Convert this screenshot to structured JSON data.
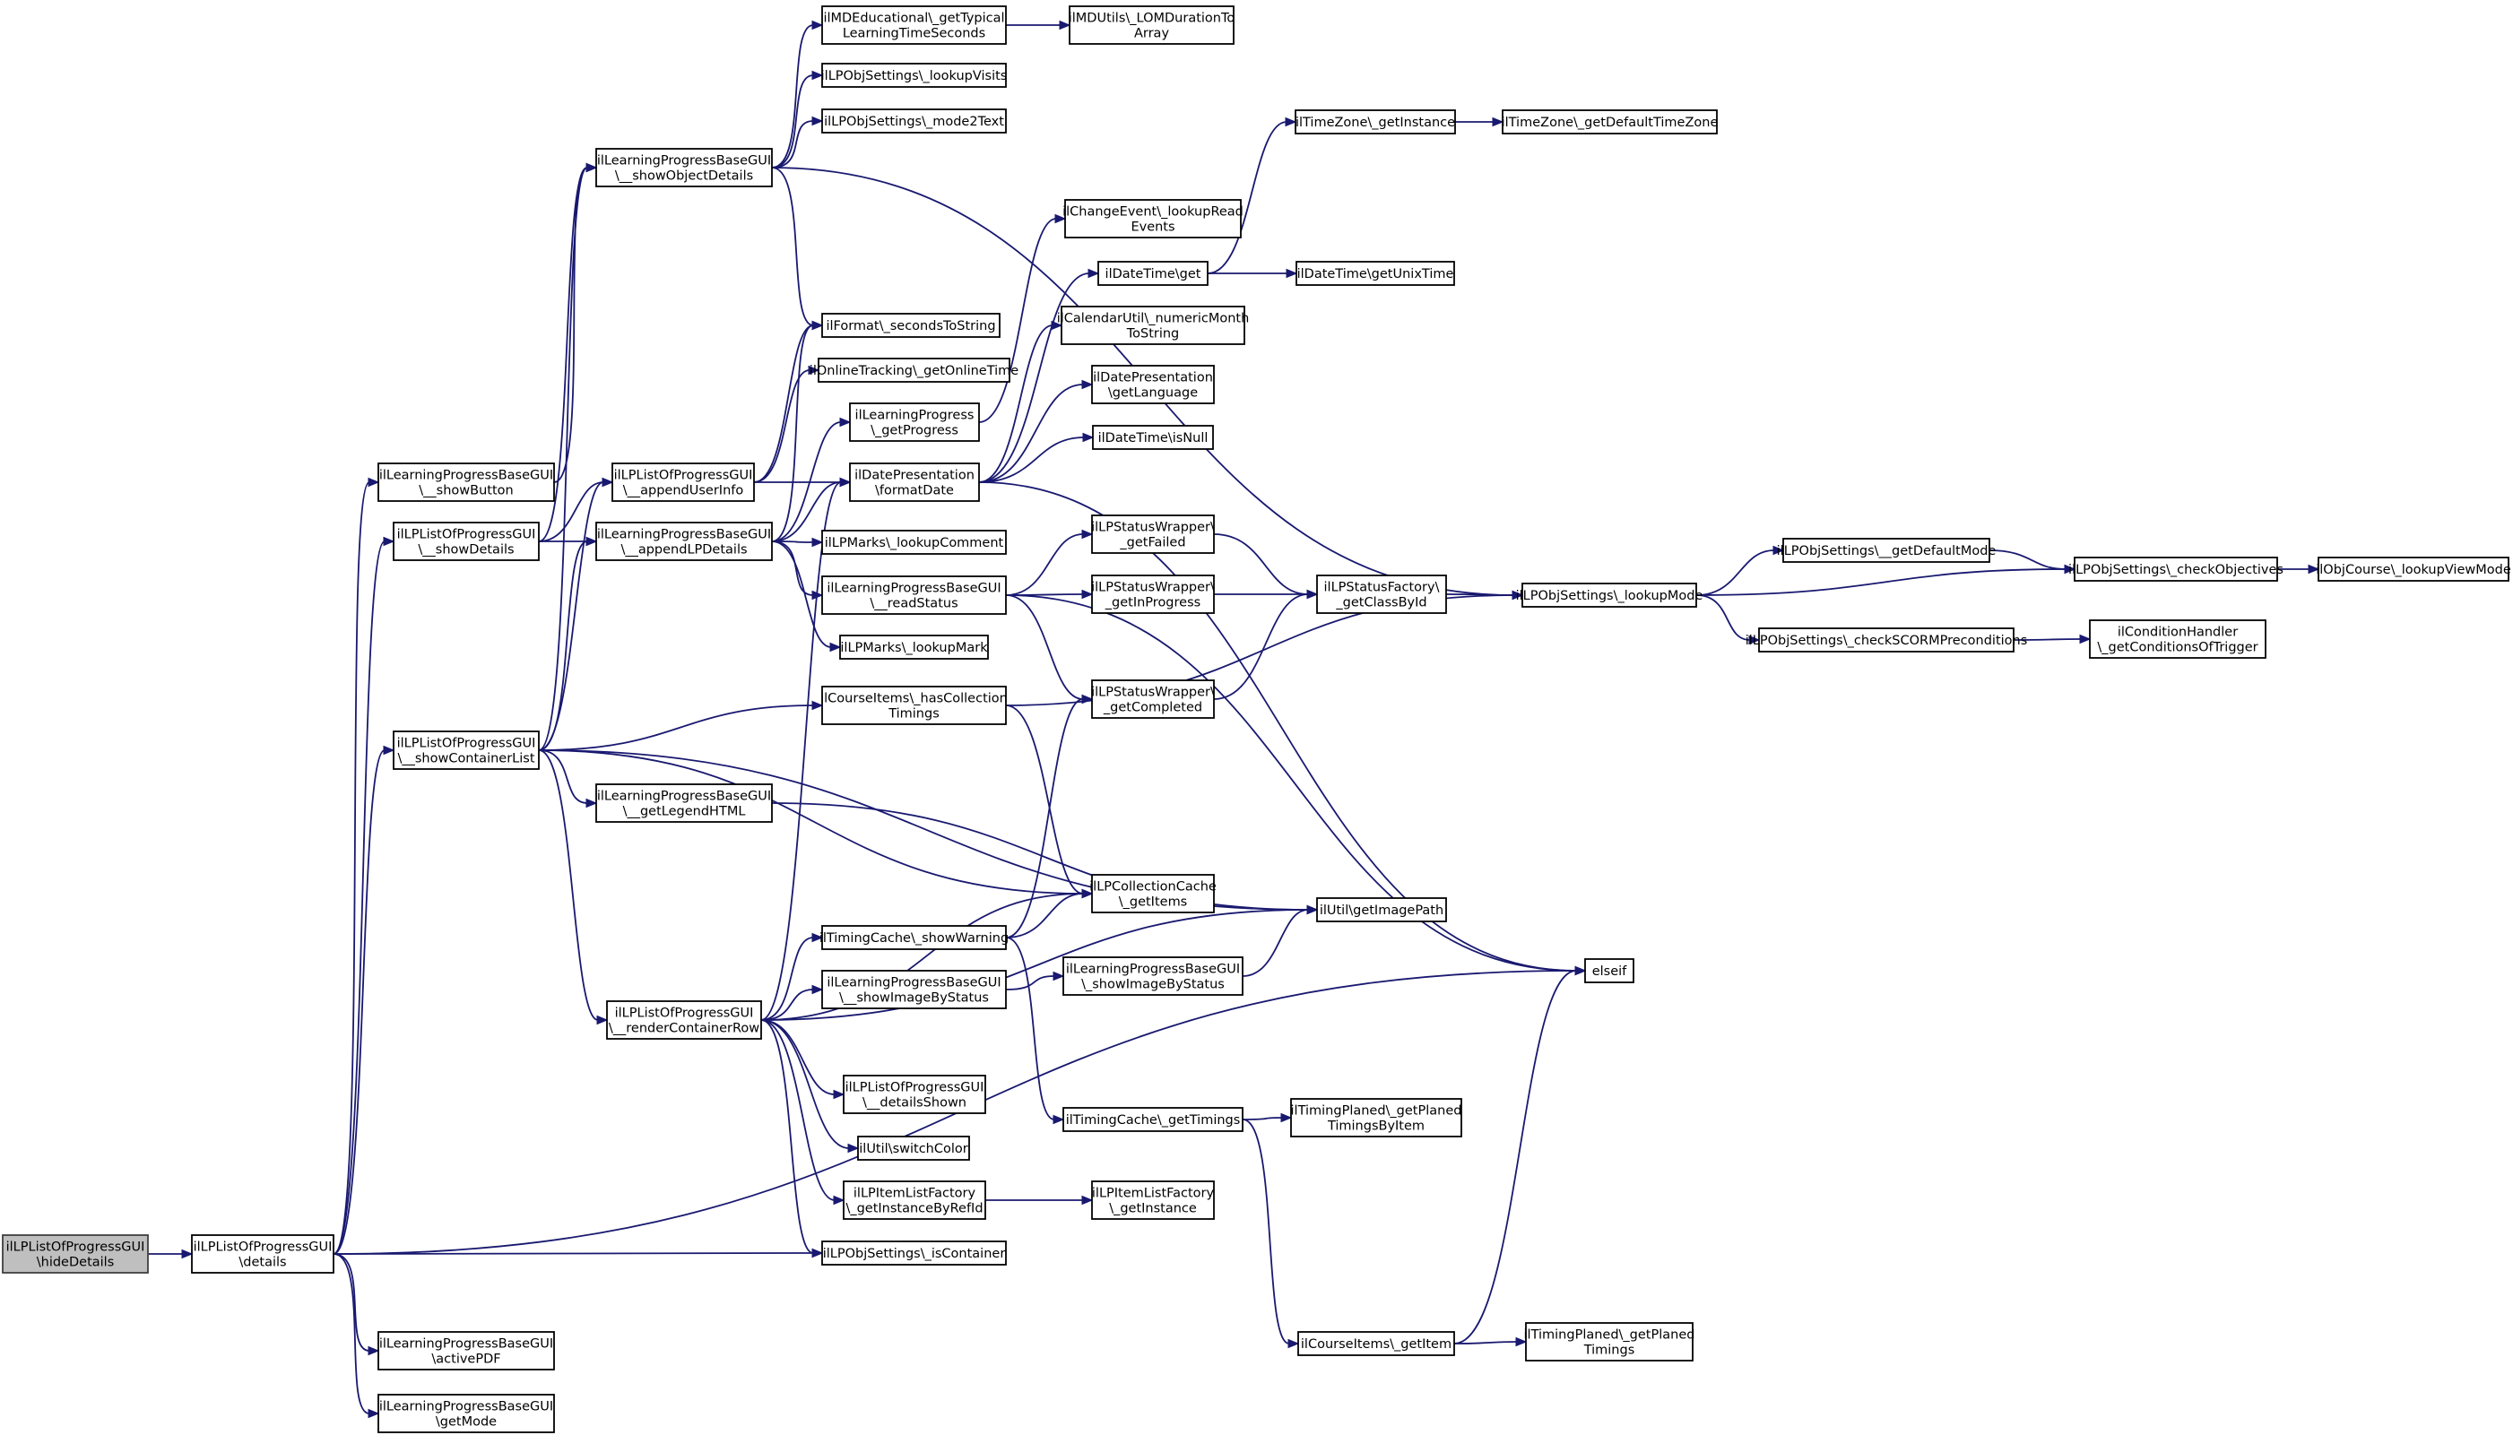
{
  "colors": {
    "edge": "#191970",
    "node_border": "#000000",
    "root_fill": "#bfbfbf",
    "background": "#ffffff"
  },
  "nodes": [
    {
      "id": "n0",
      "lines": [
        "ilLPListOfProgressGUI",
        "\\hideDetails"
      ],
      "root": true
    },
    {
      "id": "n1",
      "lines": [
        "ilLPListOfProgressGUI",
        "\\details"
      ]
    },
    {
      "id": "n2",
      "lines": [
        "ilLearningProgressBaseGUI",
        "\\__showButton"
      ]
    },
    {
      "id": "n3",
      "lines": [
        "ilLPListOfProgressGUI",
        "\\__showDetails"
      ]
    },
    {
      "id": "n4",
      "lines": [
        "ilLPListOfProgressGUI",
        "\\__showContainerList"
      ]
    },
    {
      "id": "n5",
      "lines": [
        "ilLearningProgressBaseGUI",
        "\\activePDF"
      ]
    },
    {
      "id": "n6",
      "lines": [
        "ilLearningProgressBaseGUI",
        "\\getMode"
      ]
    },
    {
      "id": "n7",
      "lines": [
        "ilLPObjSettings\\_isContainer"
      ]
    },
    {
      "id": "n8",
      "lines": [
        "elseif"
      ]
    },
    {
      "id": "n9",
      "lines": [
        "ilLearningProgressBaseGUI",
        "\\__showObjectDetails"
      ]
    },
    {
      "id": "n10",
      "lines": [
        "ilLPListOfProgressGUI",
        "\\__appendUserInfo"
      ]
    },
    {
      "id": "n11",
      "lines": [
        "ilLearningProgressBaseGUI",
        "\\__appendLPDetails"
      ]
    },
    {
      "id": "n12",
      "lines": [
        "ilLearningProgressBaseGUI",
        "\\__getLegendHTML"
      ]
    },
    {
      "id": "n13",
      "lines": [
        "ilLPListOfProgressGUI",
        "\\__renderContainerRow"
      ]
    },
    {
      "id": "n14",
      "lines": [
        "ilMDEducational\\_getTypical",
        "LearningTimeSeconds"
      ]
    },
    {
      "id": "n15",
      "lines": [
        "ilMDUtils\\_LOMDurationTo",
        "Array"
      ]
    },
    {
      "id": "n16",
      "lines": [
        "ilLPObjSettings\\_lookupVisits"
      ]
    },
    {
      "id": "n17",
      "lines": [
        "ilLPObjSettings\\_mode2Text"
      ]
    },
    {
      "id": "n18",
      "lines": [
        "ilFormat\\_secondsToString"
      ]
    },
    {
      "id": "n19",
      "lines": [
        "ilOnlineTracking\\_getOnlineTime"
      ]
    },
    {
      "id": "n20",
      "lines": [
        "ilLearningProgress",
        "\\_getProgress"
      ]
    },
    {
      "id": "n21",
      "lines": [
        "ilDatePresentation",
        "\\formatDate"
      ]
    },
    {
      "id": "n22",
      "lines": [
        "ilLPMarks\\_lookupComment"
      ]
    },
    {
      "id": "n23",
      "lines": [
        "ilLearningProgressBaseGUI",
        "\\__readStatus"
      ]
    },
    {
      "id": "n24",
      "lines": [
        "ilLPMarks\\_lookupMark"
      ]
    },
    {
      "id": "n25",
      "lines": [
        "ilCourseItems\\_hasCollection",
        "Timings"
      ]
    },
    {
      "id": "n26",
      "lines": [
        "ilTimingCache\\_showWarning"
      ]
    },
    {
      "id": "n27",
      "lines": [
        "ilLearningProgressBaseGUI",
        "\\__showImageByStatus"
      ]
    },
    {
      "id": "n28",
      "lines": [
        "ilLPListOfProgressGUI",
        "\\__detailsShown"
      ]
    },
    {
      "id": "n29",
      "lines": [
        "ilUtil\\switchColor"
      ]
    },
    {
      "id": "n30",
      "lines": [
        "ilLPItemListFactory",
        "\\_getInstanceByRefId"
      ]
    },
    {
      "id": "n31",
      "lines": [
        "ilChangeEvent\\_lookupRead",
        "Events"
      ]
    },
    {
      "id": "n32",
      "lines": [
        "ilDateTime\\get"
      ]
    },
    {
      "id": "n33",
      "lines": [
        "ilCalendarUtil\\_numericMonth",
        "ToString"
      ]
    },
    {
      "id": "n34",
      "lines": [
        "ilDatePresentation",
        "\\getLanguage"
      ]
    },
    {
      "id": "n35",
      "lines": [
        "ilDateTime\\isNull"
      ]
    },
    {
      "id": "n36",
      "lines": [
        "ilLPStatusWrapper\\",
        "_getFailed"
      ]
    },
    {
      "id": "n37",
      "lines": [
        "ilLPStatusWrapper\\",
        "_getInProgress"
      ]
    },
    {
      "id": "n38",
      "lines": [
        "ilLPStatusWrapper\\",
        "_getCompleted"
      ]
    },
    {
      "id": "n39",
      "lines": [
        "ilLPCollectionCache",
        "\\_getItems"
      ]
    },
    {
      "id": "n40",
      "lines": [
        "ilUtil\\getImagePath"
      ]
    },
    {
      "id": "n41",
      "lines": [
        "ilLearningProgressBaseGUI",
        "\\_showImageByStatus"
      ]
    },
    {
      "id": "n42",
      "lines": [
        "ilTimingCache\\_getTimings"
      ]
    },
    {
      "id": "n43",
      "lines": [
        "ilLPItemListFactory",
        "\\_getInstance"
      ]
    },
    {
      "id": "n44",
      "lines": [
        "ilTimeZone\\_getInstance"
      ]
    },
    {
      "id": "n45",
      "lines": [
        "ilTimeZone\\_getDefaultTimeZone"
      ]
    },
    {
      "id": "n46",
      "lines": [
        "ilDateTime\\getUnixTime"
      ]
    },
    {
      "id": "n47",
      "lines": [
        "ilLPStatusFactory\\",
        "_getClassById"
      ]
    },
    {
      "id": "n48",
      "lines": [
        "ilTimingPlaned\\_getPlaned",
        "TimingsByItem"
      ]
    },
    {
      "id": "n49",
      "lines": [
        "ilCourseItems\\_getItem"
      ]
    },
    {
      "id": "n50",
      "lines": [
        "ilTimingPlaned\\_getPlaned",
        "Timings"
      ]
    },
    {
      "id": "n51",
      "lines": [
        "ilLPObjSettings\\_lookupMode"
      ]
    },
    {
      "id": "n52",
      "lines": [
        "ilLPObjSettings\\__getDefaultMode"
      ]
    },
    {
      "id": "n53",
      "lines": [
        "ilLPObjSettings\\_checkObjectives"
      ]
    },
    {
      "id": "n54",
      "lines": [
        "ilLPObjSettings\\_checkSCORMPreconditions"
      ]
    },
    {
      "id": "n55",
      "lines": [
        "ilObjCourse\\_lookupViewMode"
      ]
    },
    {
      "id": "n56",
      "lines": [
        "ilConditionHandler",
        "\\_getConditionsOfTrigger"
      ]
    }
  ]
}
